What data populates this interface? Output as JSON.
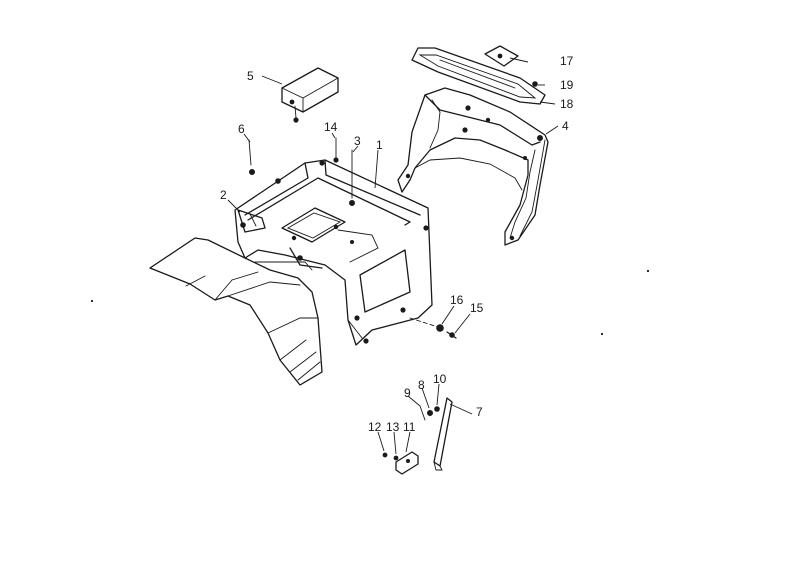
{
  "diagram": {
    "callouts": [
      {
        "id": "1",
        "label": "1"
      },
      {
        "id": "2",
        "label": "2"
      },
      {
        "id": "3",
        "label": "3"
      },
      {
        "id": "4",
        "label": "4"
      },
      {
        "id": "5",
        "label": "5"
      },
      {
        "id": "6",
        "label": "6"
      },
      {
        "id": "7",
        "label": "7"
      },
      {
        "id": "8",
        "label": "8"
      },
      {
        "id": "9",
        "label": "9"
      },
      {
        "id": "10",
        "label": "10"
      },
      {
        "id": "11",
        "label": "11"
      },
      {
        "id": "12",
        "label": "12"
      },
      {
        "id": "13",
        "label": "13"
      },
      {
        "id": "14",
        "label": "14"
      },
      {
        "id": "15",
        "label": "15"
      },
      {
        "id": "16",
        "label": "16"
      },
      {
        "id": "17",
        "label": "17"
      },
      {
        "id": "18",
        "label": "18"
      },
      {
        "id": "19",
        "label": "19"
      }
    ],
    "colors": {
      "ink": "#1a1a1a",
      "paper": "#ffffff"
    }
  }
}
